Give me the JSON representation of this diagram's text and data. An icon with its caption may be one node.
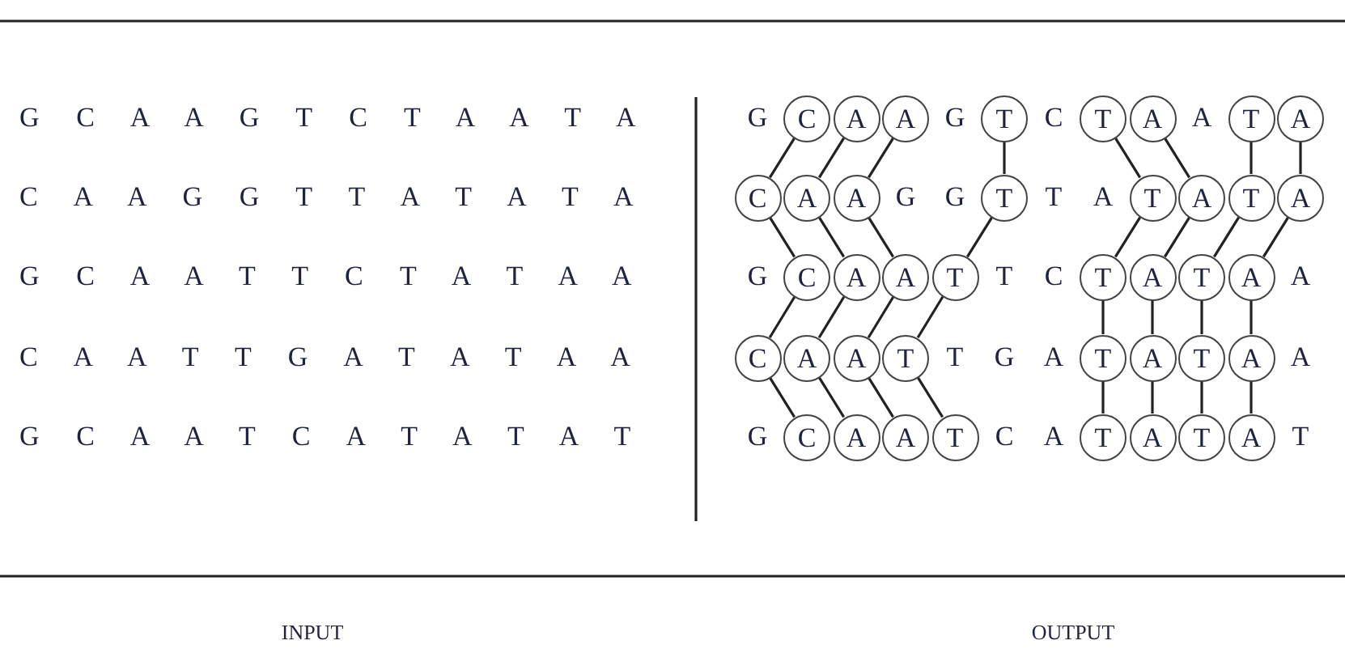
{
  "diagram": {
    "nodes": [
      {
        "text": [
          "C"
        ]
      },
      {
        "text": [
          "A"
        ]
      },
      {
        "text": [
          "A"
        ]
      },
      {
        "text": [
          "T"
        ]
      },
      {
        "text": [
          "T"
        ]
      },
      {
        "text": [
          "A"
        ]
      },
      {
        "text": [
          "T"
        ]
      },
      {
        "text": [
          "A"
        ]
      },
      {
        "text": [
          "C"
        ]
      },
      {
        "text": [
          "A"
        ]
      },
      {
        "text": [
          "A"
        ]
      },
      {
        "text": [
          "T"
        ]
      },
      {
        "text": [
          "T"
        ]
      },
      {
        "text": [
          "A"
        ]
      },
      {
        "text": [
          "T"
        ]
      },
      {
        "text": [
          "A"
        ]
      },
      {
        "text": [
          "C"
        ]
      },
      {
        "text": [
          "A"
        ]
      },
      {
        "text": [
          "A"
        ]
      },
      {
        "text": [
          "T"
        ]
      },
      {
        "text": [
          "T"
        ]
      },
      {
        "text": [
          "A"
        ]
      },
      {
        "text": [
          "T"
        ]
      },
      {
        "text": [
          "A"
        ]
      },
      {
        "text": [
          "C"
        ]
      },
      {
        "text": [
          "A"
        ]
      },
      {
        "text": [
          "A"
        ]
      },
      {
        "text": [
          "T"
        ]
      },
      {
        "text": [
          "T"
        ]
      },
      {
        "text": [
          "A"
        ]
      },
      {
        "text": [
          "T"
        ]
      },
      {
        "text": [
          "A"
        ]
      },
      {
        "text": [
          "C"
        ]
      },
      {
        "text": [
          "A"
        ]
      },
      {
        "text": [
          "A"
        ]
      },
      {
        "text": [
          "T"
        ]
      },
      {
        "text": [
          "T"
        ]
      },
      {
        "text": [
          "A"
        ]
      },
      {
        "text": [
          "T"
        ]
      },
      {
        "text": [
          "A"
        ]
      }
    ],
    "edges": [
      {
        "from": 0,
        "to": 8,
        "arrow": "none"
      },
      {
        "from": 1,
        "to": 9,
        "arrow": "none"
      },
      {
        "from": 2,
        "to": 10,
        "arrow": "none"
      },
      {
        "from": 3,
        "to": 11,
        "arrow": "none"
      },
      {
        "from": 4,
        "to": 12,
        "arrow": "none"
      },
      {
        "from": 5,
        "to": 13,
        "arrow": "none"
      },
      {
        "from": 6,
        "to": 14,
        "arrow": "none"
      },
      {
        "from": 7,
        "to": 15,
        "arrow": "none"
      },
      {
        "from": 8,
        "to": 16,
        "arrow": "none"
      },
      {
        "from": 9,
        "to": 17,
        "arrow": "none"
      },
      {
        "from": 10,
        "to": 18,
        "arrow": "none"
      },
      {
        "from": 11,
        "to": 19,
        "arrow": "none"
      },
      {
        "from": 12,
        "to": 20,
        "arrow": "none"
      },
      {
        "from": 13,
        "to": 21,
        "arrow": "none"
      },
      {
        "from": 14,
        "to": 22,
        "arrow": "none"
      },
      {
        "from": 15,
        "to": 23,
        "arrow": "none"
      },
      {
        "from": 16,
        "to": 24,
        "arrow": "none"
      },
      {
        "from": 17,
        "to": 25,
        "arrow": "none"
      },
      {
        "from": 18,
        "to": 26,
        "arrow": "none"
      },
      {
        "from": 19,
        "to": 27,
        "arrow": "none"
      },
      {
        "from": 20,
        "to": 28,
        "arrow": "none"
      },
      {
        "from": 21,
        "to": 29,
        "arrow": "none"
      },
      {
        "from": 22,
        "to": 30,
        "arrow": "none"
      },
      {
        "from": 23,
        "to": 31,
        "arrow": "none"
      },
      {
        "from": 24,
        "to": 32,
        "arrow": "none"
      },
      {
        "from": 25,
        "to": 33,
        "arrow": "none"
      },
      {
        "from": 26,
        "to": 34,
        "arrow": "none"
      },
      {
        "from": 27,
        "to": 35,
        "arrow": "none"
      },
      {
        "from": 28,
        "to": 36,
        "arrow": "none"
      },
      {
        "from": 29,
        "to": 37,
        "arrow": "none"
      },
      {
        "from": 30,
        "to": 38,
        "arrow": "none"
      },
      {
        "from": 31,
        "to": 39,
        "arrow": "none"
      }
    ],
    "labels": [
      "G C A A G T C T A A T A",
      "G",
      "G",
      "C",
      "A",
      "C A A G G T T A T A T A",
      "G",
      "G",
      "T",
      "A",
      "G C A A T T C T A T A A",
      "G",
      "T",
      "C",
      "A",
      "C A A T T G A T A T A A",
      "T",
      "G",
      "A",
      "A",
      "G C A A T C A T A T A T",
      "G",
      "C",
      "A",
      "T",
      "INPUT",
      "OUTPUT"
    ]
  }
}
